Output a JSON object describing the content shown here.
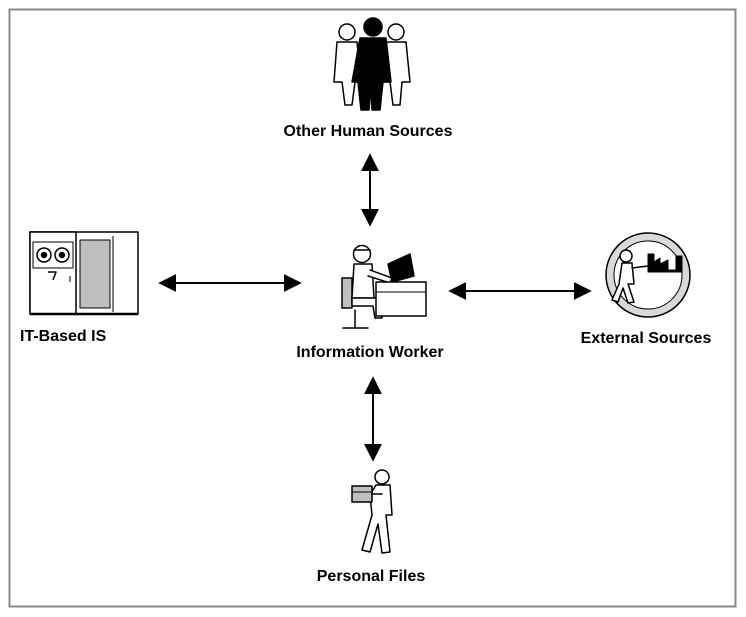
{
  "diagram": {
    "nodes": {
      "human": {
        "label": "Other Human Sources",
        "icon": "people-group-icon"
      },
      "worker": {
        "label": "Information Worker",
        "icon": "office-worker-at-desk-icon"
      },
      "it": {
        "label": "IT-Based IS",
        "icon": "mainframe-computer-icon"
      },
      "external": {
        "label": "External Sources",
        "icon": "external-world-globe-icon"
      },
      "files": {
        "label": "Personal Files",
        "icon": "person-carrying-files-icon"
      }
    },
    "connections": [
      {
        "from": "Information Worker",
        "to": "Other Human Sources",
        "direction": "bidirectional"
      },
      {
        "from": "Information Worker",
        "to": "IT-Based IS",
        "direction": "bidirectional"
      },
      {
        "from": "Information Worker",
        "to": "External Sources",
        "direction": "bidirectional"
      },
      {
        "from": "Information Worker",
        "to": "Personal Files",
        "direction": "bidirectional"
      }
    ],
    "colors": {
      "stroke": "#000000",
      "icon_fill": "#ffffff",
      "icon_shade": "#bfbfbf",
      "frame": "#888888"
    }
  }
}
